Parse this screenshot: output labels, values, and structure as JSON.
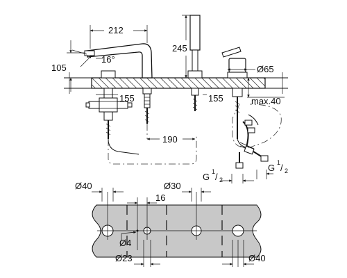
{
  "side_view": {
    "dim_spout_reach": "212",
    "dim_spout_angle": "16°",
    "dim_spout_height": "105",
    "dim_shower_height": "245",
    "dim_handle_diameter": "Ø65",
    "dim_valve_offset_left": "155",
    "dim_valve_offset_right": "155",
    "dim_max_deck": "max.40",
    "dim_hose_spacing": "190",
    "thread_left": "G",
    "thread_left_num": "1",
    "thread_left_den": "2",
    "thread_right": "G",
    "thread_right_num": "1",
    "thread_right_den": "2"
  },
  "plan_view": {
    "dim_hole_1": "Ø40",
    "dim_hole_3": "Ø30",
    "dim_spacing": "16",
    "dim_pin_hole": "Ø4",
    "dim_hole_2": "Ø23",
    "dim_hole_4": "Ø40"
  }
}
